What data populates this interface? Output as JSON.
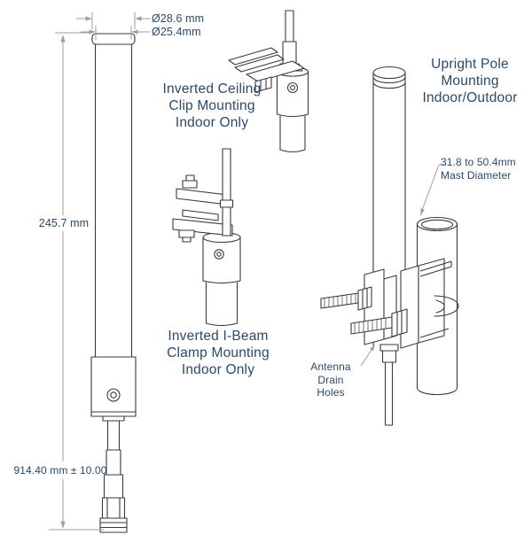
{
  "colors": {
    "text": "#2B4A6B",
    "line": "#3A3A3A",
    "dim": "#9AA1A8",
    "bg": "#FFFFFF"
  },
  "left_antenna": {
    "dia_outer": "Ø28.6 mm",
    "dia_inner": "Ø25.4mm",
    "len_radome": "245.7 mm",
    "len_overall": "914.40 mm ± 10.00"
  },
  "mounts": {
    "ceiling_clip": {
      "label": "Inverted Ceiling\nClip Mounting\nIndoor Only"
    },
    "ibeam_clamp": {
      "label": "Inverted I-Beam\nClamp Mounting\nIndoor Only"
    },
    "upright_pole": {
      "label": "Upright Pole\nMounting\nIndoor/Outdoor",
      "mast_note": "31.8 to 50.4mm\nMast Diameter",
      "drain_note": "Antenna Drain\nHoles"
    }
  }
}
